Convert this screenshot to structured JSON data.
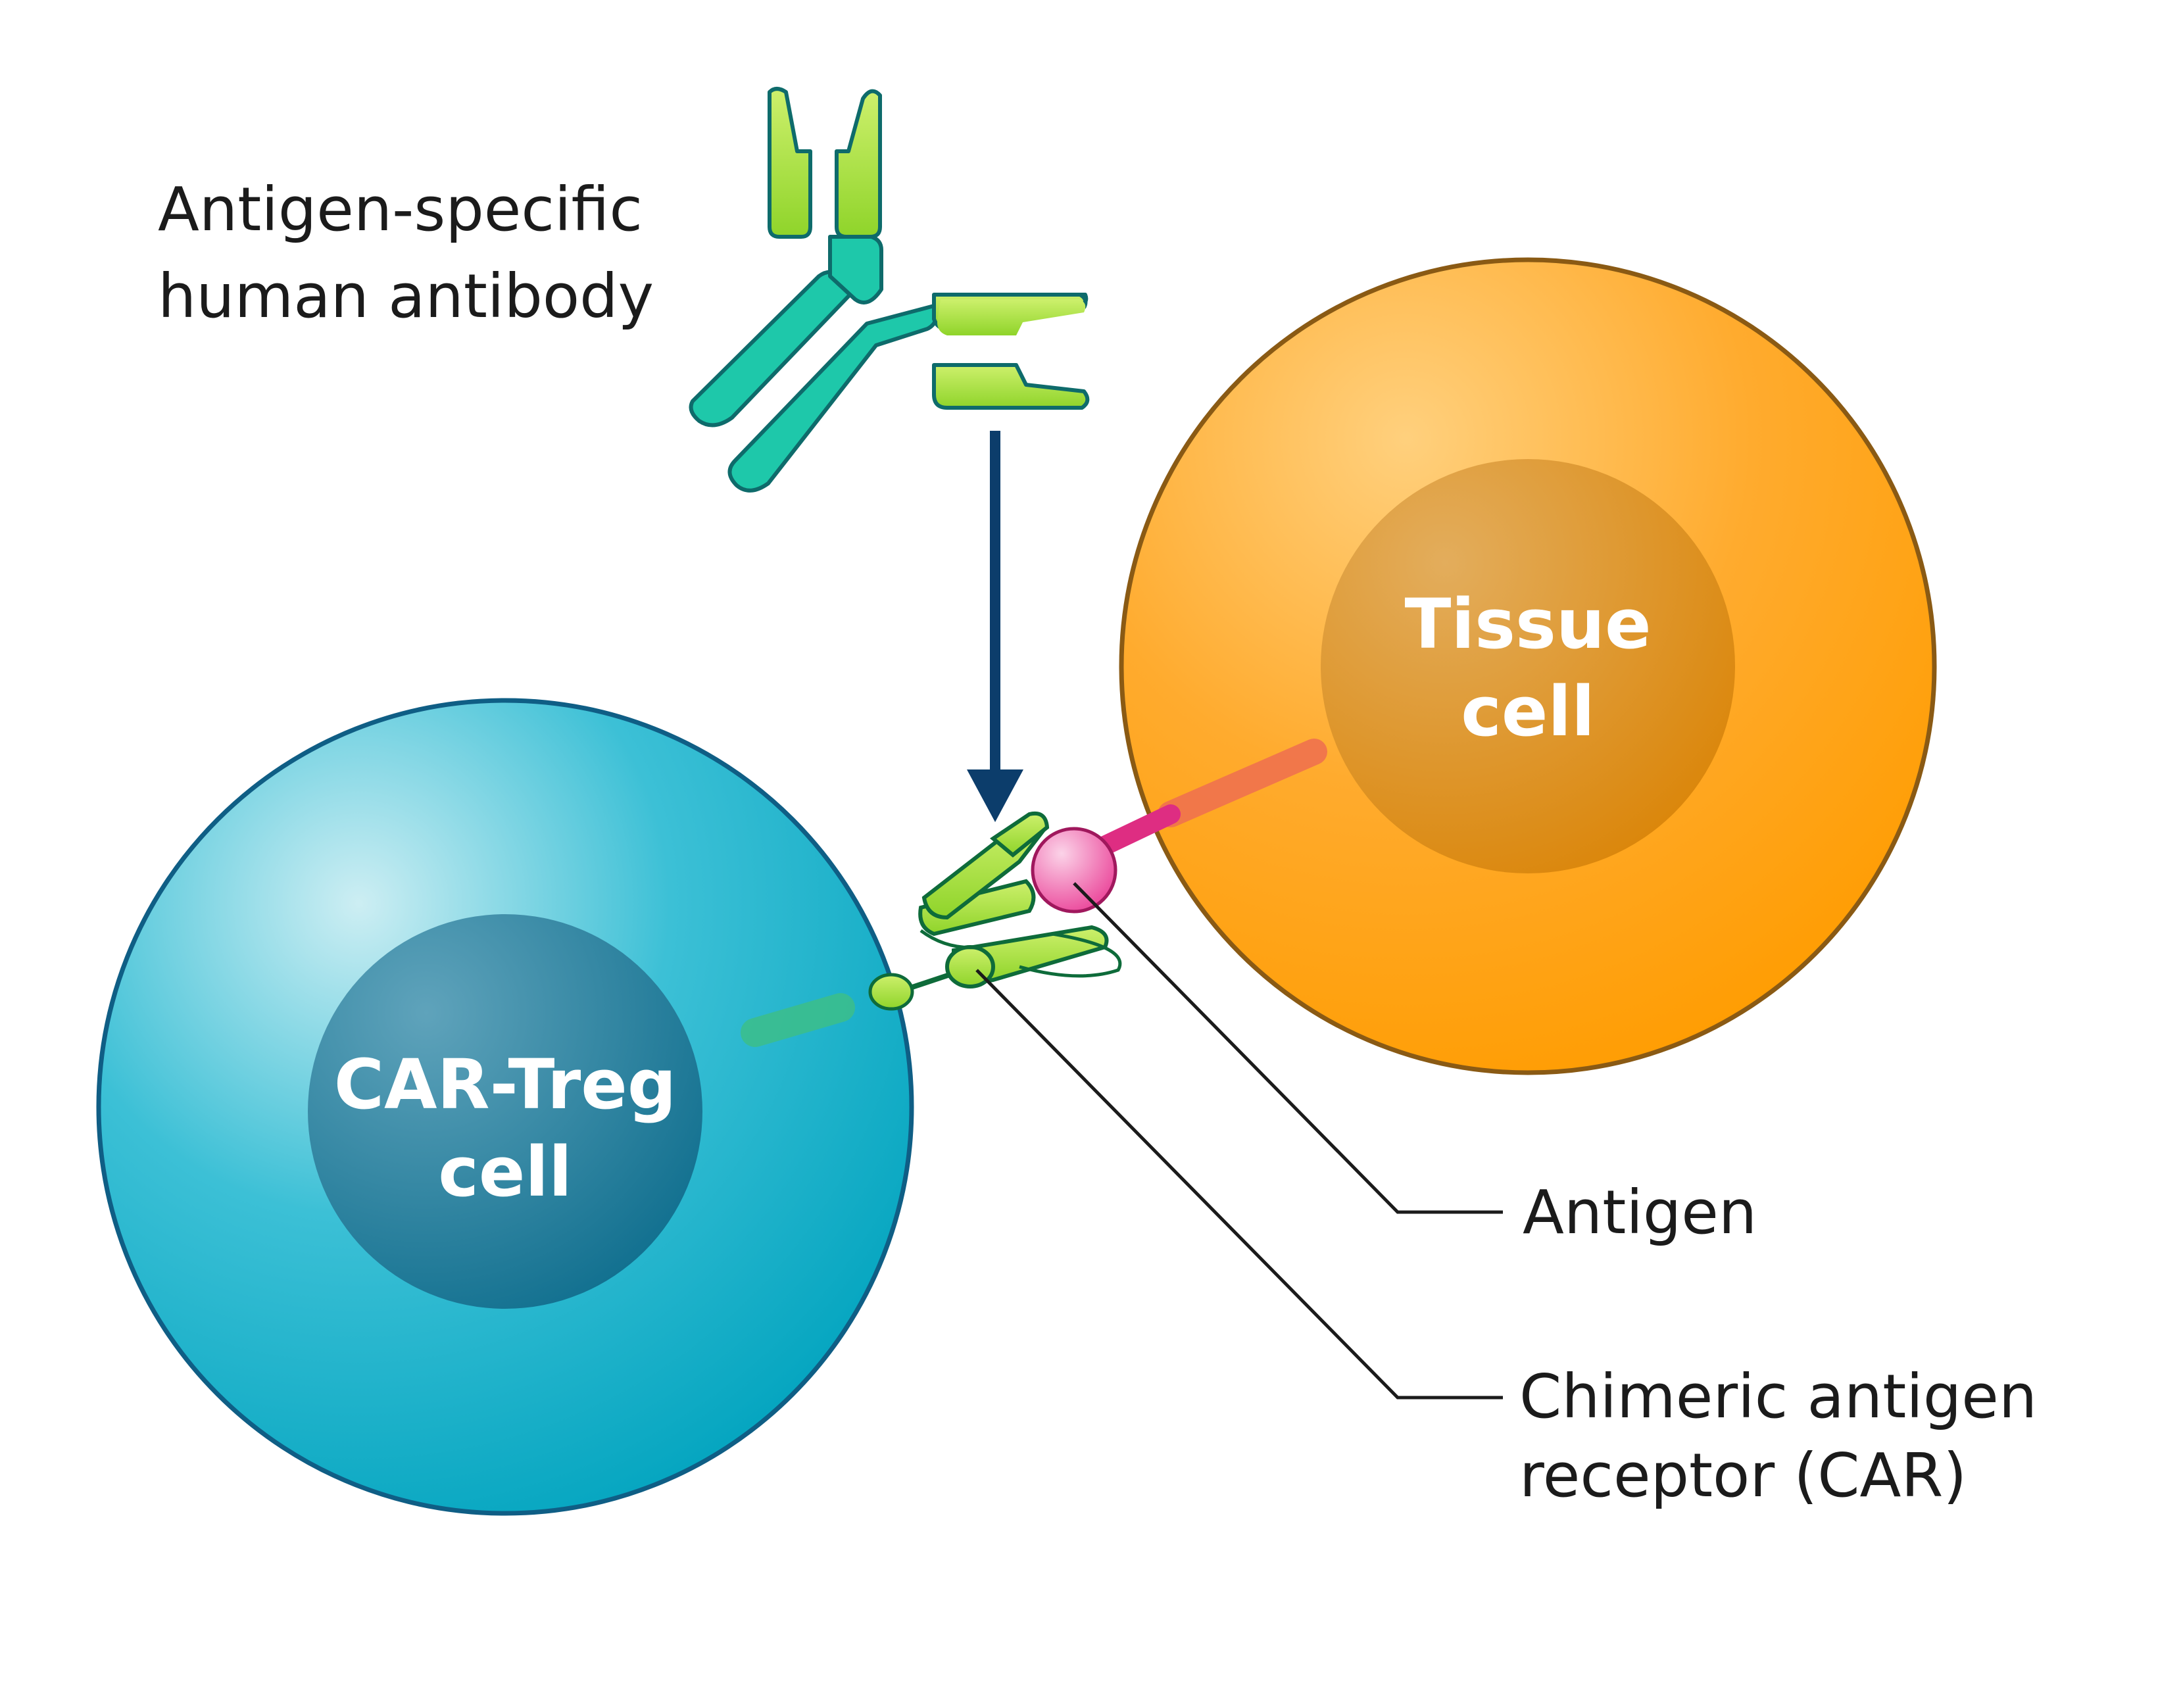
{
  "labels": {
    "antibody_line1": "Antigen-specific",
    "antibody_line2": "human antibody",
    "tissue_line1": "Tissue",
    "tissue_line2": "cell",
    "treg_line1": "CAR-Treg",
    "treg_line2": "cell",
    "antigen": "Antigen",
    "car_line1": "Chimeric antigen",
    "car_line2": "receptor (CAR)"
  },
  "colors": {
    "treg_body": "#1aa8c6",
    "treg_outline": "#0f5e85",
    "treg_nucleus": "#2f7f9b",
    "tissue_body": "#ffa71a",
    "tissue_outline": "#8a5a14",
    "tissue_nucleus": "#d9871f",
    "antibody_heavy": "#1ec8aa",
    "antibody_light": "#a6e23a",
    "antibody_outline": "#0e6b6b",
    "antigen_head": "#ef6fb2",
    "antigen_stalk": "#de2d82",
    "arrow": "#0c3d6b",
    "leader_line": "#1b1b1b"
  }
}
